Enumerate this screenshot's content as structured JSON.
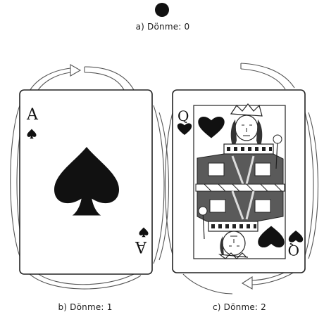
{
  "captions": {
    "a": "a) Dönme: 0",
    "b": "b) Dönme: 1",
    "c": "c) Dönme: 2"
  },
  "cards": {
    "ace": {
      "rank": "A",
      "suit": "spade"
    },
    "queen": {
      "rank": "Q",
      "suit": "heart"
    }
  },
  "colors": {
    "ink": "#1a1a1a",
    "paper": "#ffffff",
    "arrow": "#555555"
  }
}
